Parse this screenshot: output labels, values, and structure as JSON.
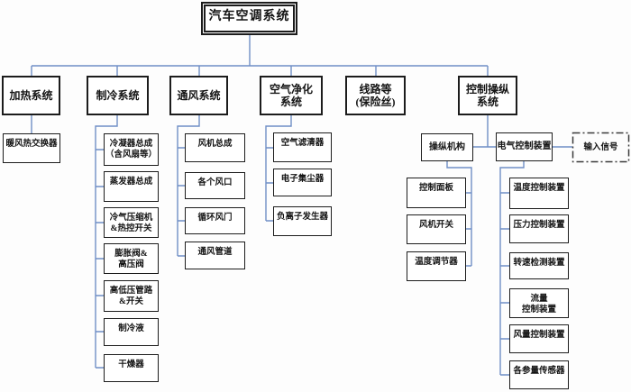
{
  "diagram": {
    "type": "org-chart",
    "colors": {
      "connector": "#6f8fc6",
      "box_border": "#1c1c1c",
      "dashed_border": "#3a3a3a",
      "background": "#ffffff"
    },
    "root": {
      "label": "汽车空调系统"
    },
    "branches": [
      {
        "label": "加热系统",
        "children": [
          {
            "label": "暖风热交换器"
          }
        ]
      },
      {
        "label": "制冷系统",
        "children": [
          {
            "label": "冷凝器总成\n（含风扇等）"
          },
          {
            "label": "蒸发器总成"
          },
          {
            "label": "冷气压缩机\n&热控开关"
          },
          {
            "label": "膨胀阀&\n高压阀"
          },
          {
            "label": "高低压管路\n&开关"
          },
          {
            "label": "制冷液"
          },
          {
            "label": "干燥器"
          }
        ]
      },
      {
        "label": "通风系统",
        "children": [
          {
            "label": "风机总成"
          },
          {
            "label": "各个风口"
          },
          {
            "label": "循环风门"
          },
          {
            "label": "通风管道"
          }
        ]
      },
      {
        "label": "空气净化\n系统",
        "children": [
          {
            "label": "空气滤清器"
          },
          {
            "label": "电子集尘器"
          },
          {
            "label": "负离子发生器"
          }
        ]
      },
      {
        "label": "线路等\n(保险丝)",
        "children": []
      },
      {
        "label": "控制操纵\n系统",
        "children": [
          {
            "label": "操纵机构",
            "children": [
              {
                "label": "控制面板"
              },
              {
                "label": "风机开关"
              },
              {
                "label": "温度调节器"
              }
            ]
          },
          {
            "label": "电气控制装置",
            "children": [
              {
                "label": "温度控制装置"
              },
              {
                "label": "压力控制装置"
              },
              {
                "label": "转速检测装置"
              },
              {
                "label": "流量\n控制装置"
              },
              {
                "label": "风量控制装置"
              },
              {
                "label": "各参量传感器"
              }
            ]
          },
          {
            "label": "输入信号",
            "style": "dash-dot"
          }
        ]
      }
    ]
  }
}
